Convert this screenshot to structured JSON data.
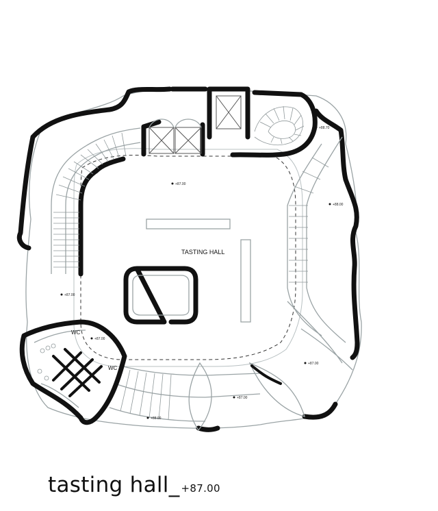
{
  "caption": {
    "title": "tasting hall_",
    "level": "+87.00"
  },
  "rooms": {
    "main": "TASTING HALL",
    "wc_1": "WC",
    "wc_2": "WC"
  },
  "level_marks": {
    "center_top": "+87.00",
    "top_right": "+88.70",
    "right": "+88.00",
    "left": "+87.00",
    "bottom_right": "+87.00",
    "bottom_mid": "+87.00",
    "bottom_stair": "+88.00",
    "wc": "+87.00"
  },
  "colors": {
    "walls": "#111111",
    "outline": "#9aa3a5",
    "background": "#ffffff"
  }
}
